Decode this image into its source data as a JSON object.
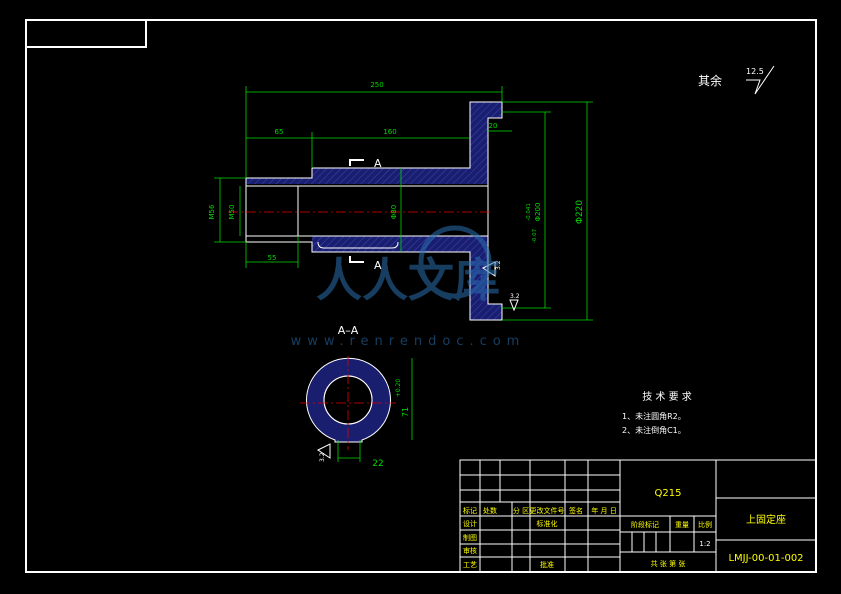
{
  "drawing": {
    "surface_note_label": "其余",
    "surface_note_value": "12.5",
    "section_mark": "A",
    "section_view_title": "A–A",
    "dims": {
      "overall_length": "250",
      "d65": "65",
      "d160": "160",
      "d20": "20",
      "d55": "55",
      "m56": "M56",
      "m50": "M50",
      "phi80": "Φ80",
      "phi200": "Φ200",
      "phi200_tol_upper": "-0.041",
      "phi200_tol_lower": "-0.07",
      "phi220": "Φ220",
      "rough_32a": "3.2",
      "rough_32b": "3.2",
      "rough_32c": "3.2",
      "key_width": "22",
      "key_depth": "71",
      "key_depth_tol": "+0.20"
    }
  },
  "tech_requirements": {
    "title": "技 术 要 求",
    "items": [
      "1、未注圆角R2。",
      "2、未注倒角C1。"
    ]
  },
  "title_block": {
    "material": "Q215",
    "part_name": "上固定座",
    "drawing_number": "LMJJ-00-01-002",
    "scale_value": "1:2",
    "headers": [
      "标记",
      "处数",
      "分 区",
      "更改文件号",
      "签名",
      "年 月 日"
    ],
    "rows": [
      "设计",
      "制图",
      "审核",
      "工艺"
    ],
    "standardization": "标准化",
    "approve": "批准",
    "stage_mark": "阶段标记",
    "weight": "重量",
    "scale_label": "比例",
    "sheets": "共   张   第   张"
  },
  "watermark": {
    "text_cn": "人人文库",
    "url": "www.renrendoc.com"
  }
}
